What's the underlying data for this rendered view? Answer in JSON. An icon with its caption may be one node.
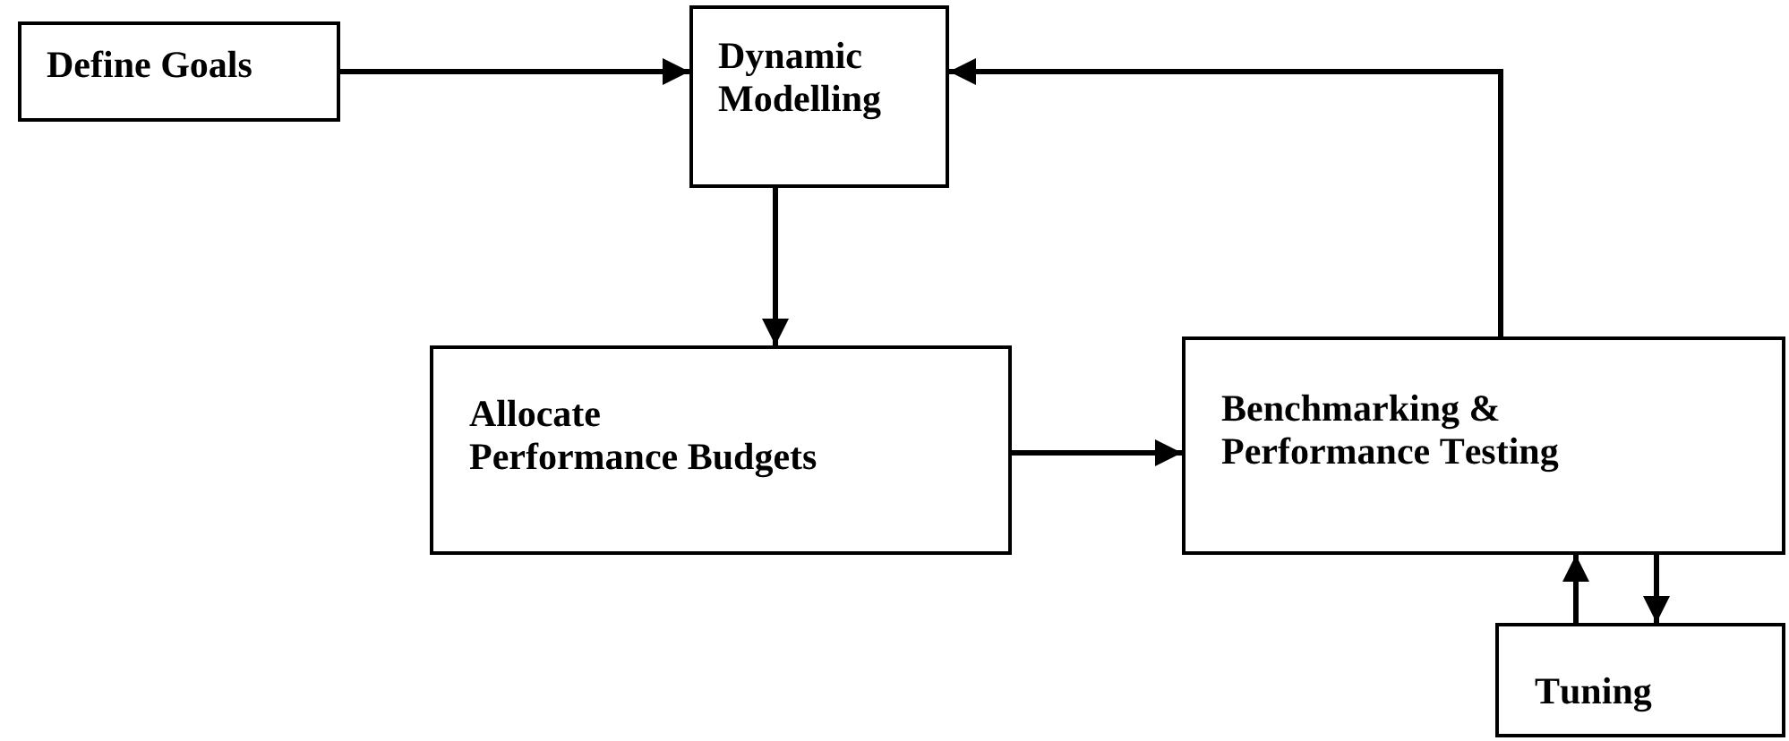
{
  "diagram": {
    "nodes": [
      {
        "text": [
          "Define Goals"
        ]
      },
      {
        "text": [
          "Dynamic Modelling"
        ]
      },
      {
        "text": [
          "Allocate Performance Budgets"
        ]
      },
      {
        "text": [
          "Benchmarking & Performance Testing"
        ]
      },
      {
        "text": [
          "Tuning"
        ]
      }
    ],
    "edges": [
      {
        "from": 0,
        "to": 1,
        "arrow": "to"
      },
      {
        "from": 1,
        "to": 2,
        "arrow": "to"
      },
      {
        "from": 2,
        "to": 3,
        "arrow": "to"
      },
      {
        "from": 3,
        "to": 1,
        "arrow": "to"
      },
      {
        "from": 4,
        "to": 3,
        "arrow": "to"
      },
      {
        "from": 3,
        "to": 4,
        "arrow": "to"
      }
    ]
  }
}
